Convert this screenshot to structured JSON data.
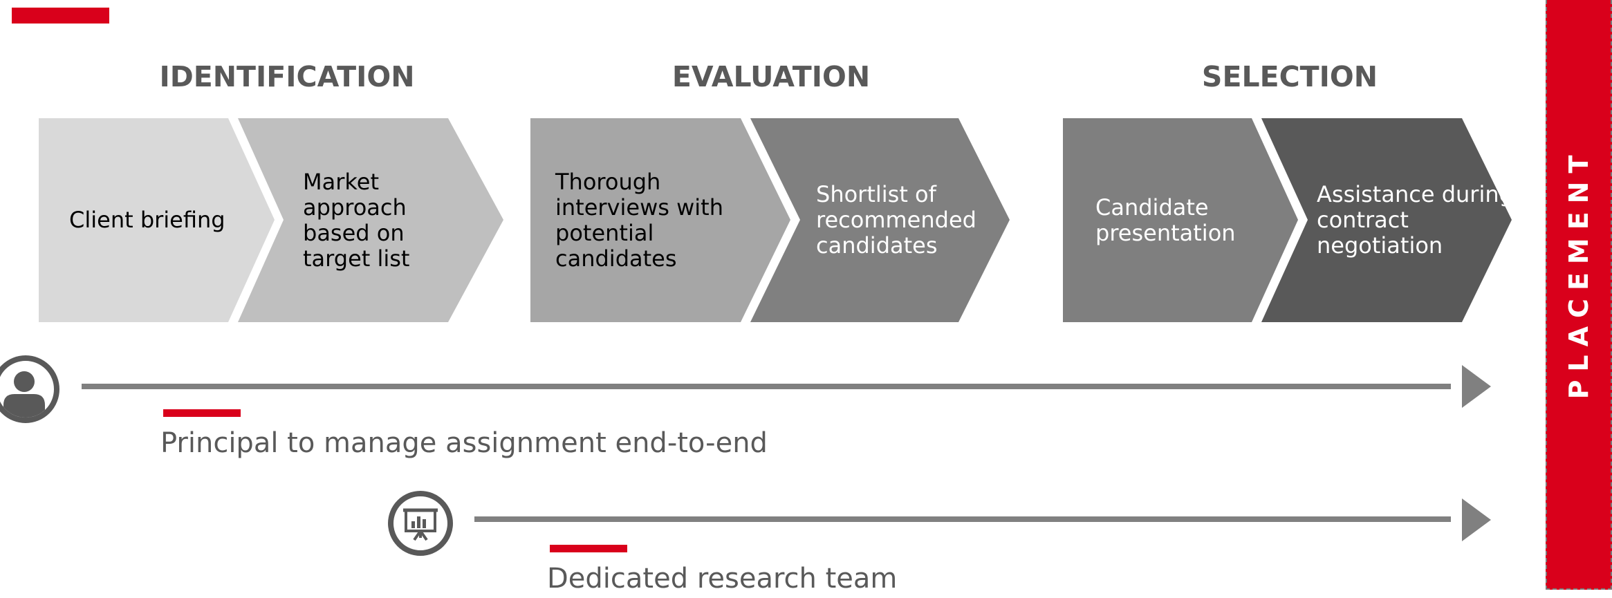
{
  "colors": {
    "accent": "#d9001b",
    "heading": "#595959",
    "line": "#808080",
    "chevron_fills": [
      "#d9d9d9",
      "#bfbfbf",
      "#a6a6a6",
      "#808080",
      "#7f7f7f",
      "#595959"
    ]
  },
  "phases": [
    {
      "title": "IDENTIFICATION",
      "steps": [
        {
          "label": "Client briefing"
        },
        {
          "label": "Market\napproach\nbased on\ntarget list"
        }
      ]
    },
    {
      "title": "EVALUATION",
      "steps": [
        {
          "label": "Thorough\ninterviews with\npotential\ncandidates"
        },
        {
          "label": "Shortlist of\nrecommended\ncandidates"
        }
      ]
    },
    {
      "title": "SELECTION",
      "steps": [
        {
          "label": "Candidate\npresentation"
        },
        {
          "label": "Assistance during\ncontract\nnegotiation"
        }
      ]
    }
  ],
  "tracks": [
    {
      "label": "Principal to manage assignment end-to-end",
      "icon": "person-icon"
    },
    {
      "label": "Dedicated research team",
      "icon": "presentation-board-icon"
    }
  ],
  "placement": {
    "label": "PLACEMENT"
  }
}
